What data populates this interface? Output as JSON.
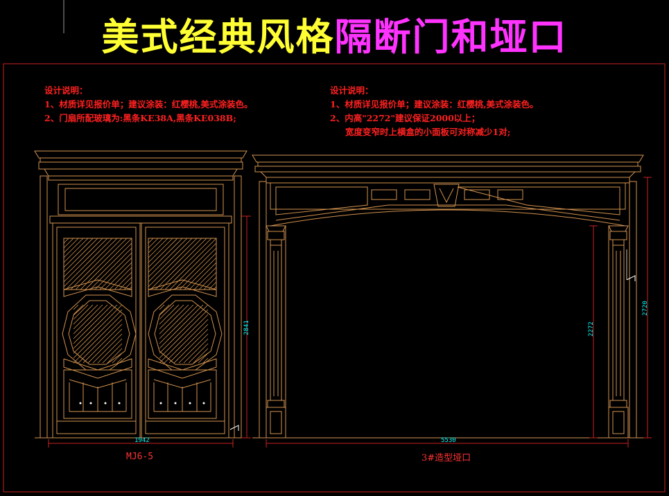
{
  "title": {
    "part1": "美式经典风格",
    "part2": "隔断门和垭口"
  },
  "notes_left": [
    "设计说明：",
    "1、材质详见报价单；建议涂装：红樱桃,美式涂装色。",
    "2、门扇所配玻璃为:黑条KE38A,黑条KE038B;"
  ],
  "notes_right": [
    "设计说明：",
    "1、材质详见报价单；建议涂装：红樱桃,美式涂装色。",
    "2、内高\"2272\"建议保证2000以上；",
    "宽度变窄时上横盒的小面板可对称减少1对;"
  ],
  "captions": {
    "left": "MJ6-5",
    "right": "3#造型垭口"
  },
  "dimensions": {
    "door_width": "1942",
    "door_height": "2841",
    "arch_width": "5530",
    "arch_inner_height": "2272",
    "arch_total_height": "2720"
  },
  "colors": {
    "line": "#d4934f",
    "frame": "#cc2222",
    "dim": "#00ffff",
    "note": "#ff2020"
  }
}
